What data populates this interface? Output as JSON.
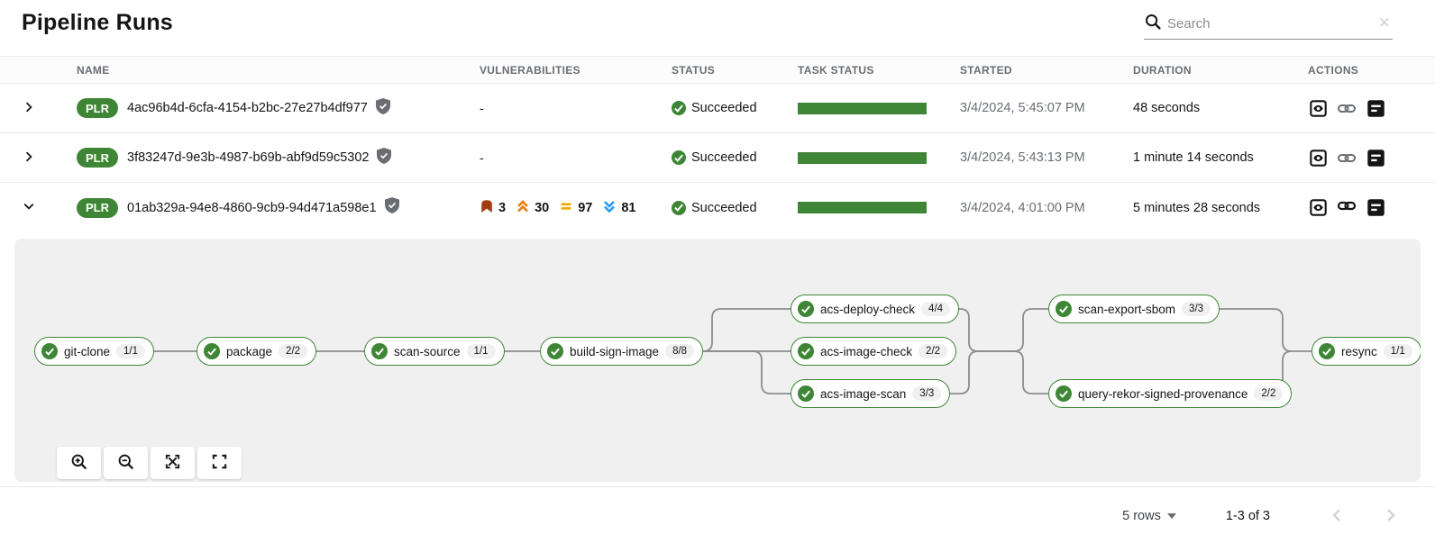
{
  "page": {
    "title": "Pipeline Runs"
  },
  "search": {
    "placeholder": "Search",
    "clear_label": "✕"
  },
  "columns": {
    "name": "NAME",
    "vulnerabilities": "VULNERABILITIES",
    "status": "STATUS",
    "task_status": "TASK STATUS",
    "started": "STARTED",
    "duration": "DURATION",
    "actions": "ACTIONS"
  },
  "rows": [
    {
      "badge": "PLR",
      "name": "4ac96b4d-6cfa-4154-b2bc-27e27b4df977",
      "vulnerabilities": "-",
      "status": "Succeeded",
      "started": "3/4/2024, 5:45:07 PM",
      "duration": "48 seconds"
    },
    {
      "badge": "PLR",
      "name": "3f83247d-9e3b-4987-b69b-abf9d59c5302",
      "vulnerabilities": "-",
      "status": "Succeeded",
      "started": "3/4/2024, 5:43:13 PM",
      "duration": "1 minute 14 seconds"
    },
    {
      "badge": "PLR",
      "name": "01ab329a-94e8-4860-9cb9-94d471a598e1",
      "vulnerabilities": {
        "critical": "3",
        "high": "30",
        "medium": "97",
        "low": "81"
      },
      "status": "Succeeded",
      "started": "3/4/2024, 4:01:00 PM",
      "duration": "5 minutes 28 seconds"
    }
  ],
  "pipeline": {
    "tasks": [
      {
        "name": "git-clone",
        "badge": "1/1"
      },
      {
        "name": "package",
        "badge": "2/2"
      },
      {
        "name": "scan-source",
        "badge": "1/1"
      },
      {
        "name": "build-sign-image",
        "badge": "8/8"
      },
      {
        "name": "acs-deploy-check",
        "badge": "4/4"
      },
      {
        "name": "acs-image-check",
        "badge": "2/2"
      },
      {
        "name": "acs-image-scan",
        "badge": "3/3"
      },
      {
        "name": "scan-export-sbom",
        "badge": "3/3"
      },
      {
        "name": "query-rekor-signed-provenance",
        "badge": "2/2"
      },
      {
        "name": "resync",
        "badge": "1/1"
      }
    ]
  },
  "footer": {
    "per_page": "5 rows",
    "range": "1-3 of 3"
  },
  "colors": {
    "success_green": "#3e8635",
    "critical": "#a33b13",
    "high": "#ec7a08",
    "medium": "#f0ab00",
    "low": "#2b9af3"
  }
}
